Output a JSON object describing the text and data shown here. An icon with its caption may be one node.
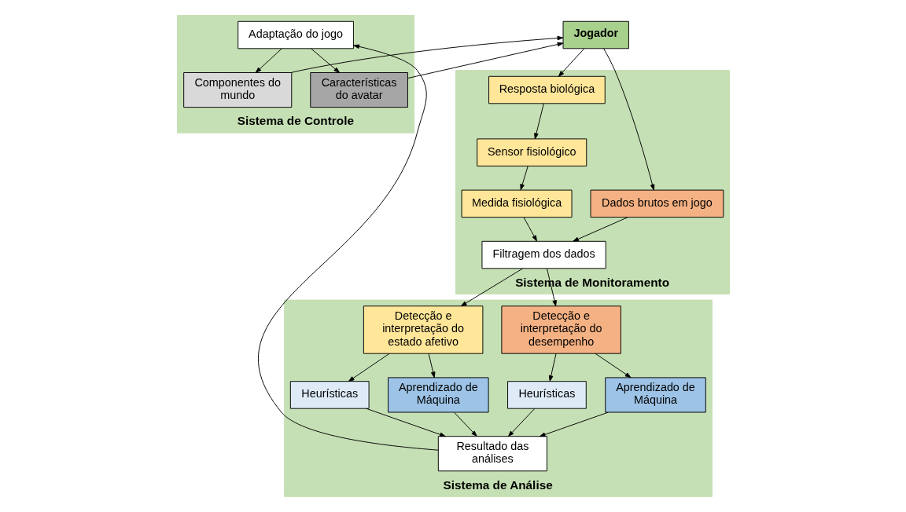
{
  "diagram": {
    "nodes": [
      {
        "text": [
          "Sistema de Monitoramento"
        ]
      },
      {
        "text": [
          "Resposta biológica"
        ],
        "in": 0
      },
      {
        "text": [
          "Sensor fisiológico"
        ],
        "in": 0
      },
      {
        "text": [
          "Dados brutos em jogo"
        ],
        "in": 0
      },
      {
        "text": [
          "Medida fisiológica"
        ],
        "in": 0
      },
      {
        "text": [
          "Filtragem dos dados"
        ],
        "in": 0
      },
      {
        "text": [
          "Jogador"
        ]
      },
      {
        "text": [
          "Sistema de Controle"
        ]
      },
      {
        "text": [
          "Componentes do mundo"
        ],
        "in": 7
      },
      {
        "text": [
          "Características do avatar"
        ],
        "in": 7
      },
      {
        "text": [
          "Adaptação do jogo"
        ],
        "in": 7
      },
      {
        "text": [
          "Sistema de Análise"
        ]
      },
      {
        "text": [
          "Detecção e interpretação do desempenho"
        ],
        "in": 11
      },
      {
        "text": [
          "Detecção e interpretação do estado afetivo"
        ],
        "in": 11
      },
      {
        "text": [
          "Heurísticas"
        ],
        "in": 11
      },
      {
        "text": [
          "Aprendizado de Máquina"
        ],
        "in": 11
      },
      {
        "text": [
          "Heurísticas"
        ],
        "in": 11
      },
      {
        "text": [
          "Aprendizado de Máquina"
        ],
        "in": 11
      },
      {
        "text": [
          "Resultado das análises"
        ],
        "in": 11
      }
    ],
    "edges": [
      {
        "from": 6,
        "to": 1,
        "arrow": "to"
      },
      {
        "from": 6,
        "to": 3,
        "arrow": "to"
      },
      {
        "from": 1,
        "to": 2,
        "arrow": "to"
      },
      {
        "from": 2,
        "to": 4,
        "arrow": "to"
      },
      {
        "from": 3,
        "to": 5,
        "arrow": "to"
      },
      {
        "from": 4,
        "to": 5,
        "arrow": "to"
      },
      {
        "from": 5,
        "to": 12,
        "arrow": "to"
      },
      {
        "from": 5,
        "to": 13,
        "arrow": "to"
      },
      {
        "from": 12,
        "to": 14,
        "arrow": "to"
      },
      {
        "from": 12,
        "to": 15,
        "arrow": "to"
      },
      {
        "from": 13,
        "to": 16,
        "arrow": "to"
      },
      {
        "from": 13,
        "to": 17,
        "arrow": "to"
      },
      {
        "from": 14,
        "to": 18,
        "arrow": "to"
      },
      {
        "from": 15,
        "to": 18,
        "arrow": "to"
      },
      {
        "from": 16,
        "to": 18,
        "arrow": "to"
      },
      {
        "from": 17,
        "to": 18,
        "arrow": "to"
      },
      {
        "from": 18,
        "to": 10,
        "arrow": "to"
      },
      {
        "from": 10,
        "to": 8,
        "arrow": "to"
      },
      {
        "from": 10,
        "to": 9,
        "arrow": "to"
      },
      {
        "from": 8,
        "to": 6,
        "arrow": "to"
      },
      {
        "from": 9,
        "to": 6,
        "arrow": "to"
      }
    ]
  }
}
